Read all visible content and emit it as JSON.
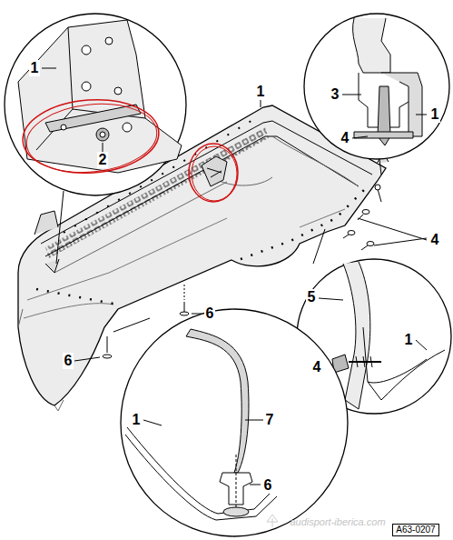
{
  "diagram": {
    "labels": [
      "1",
      "2",
      "1",
      "3",
      "1",
      "4",
      "4",
      "5",
      "4",
      "1",
      "6",
      "6",
      "1",
      "7",
      "6",
      "audisport-iberica.com",
      "A63-0207"
    ]
  }
}
